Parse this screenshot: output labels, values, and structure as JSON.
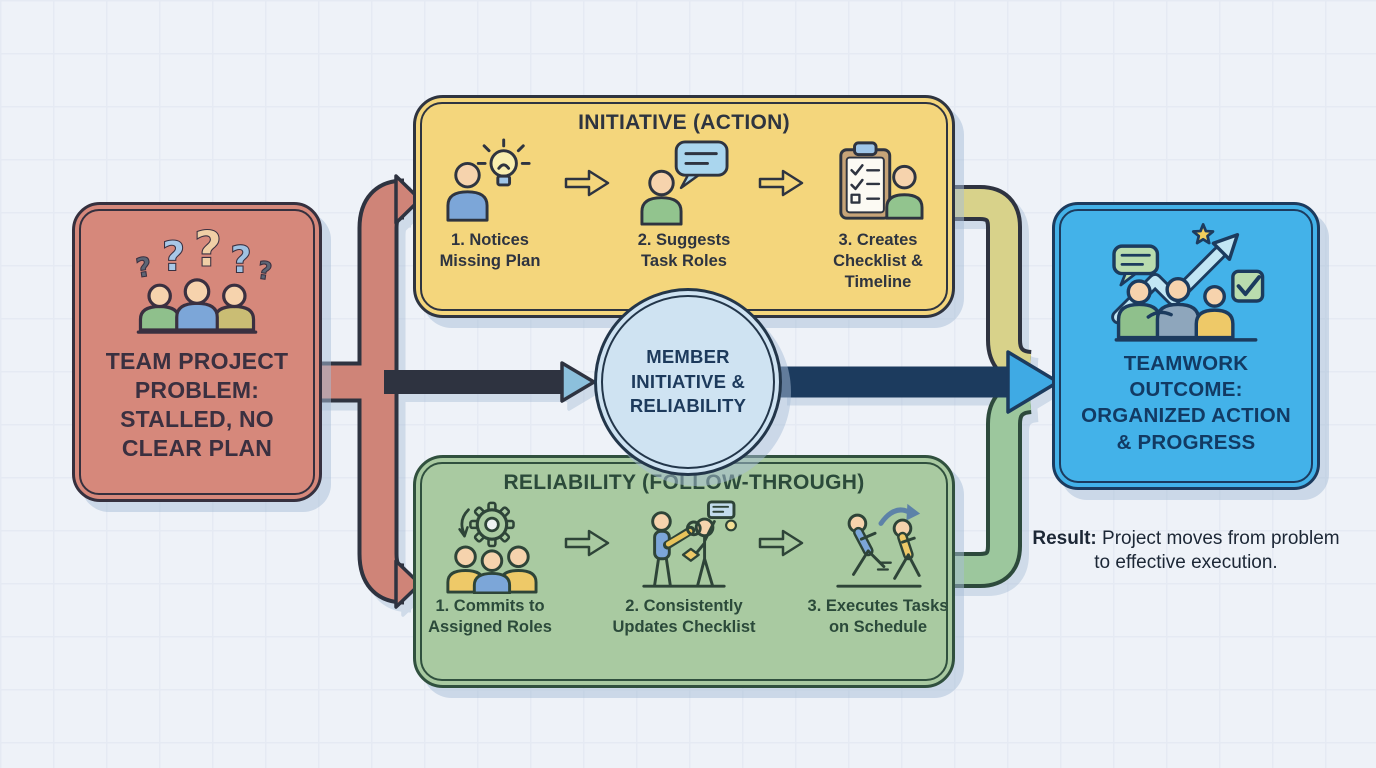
{
  "problem_box": {
    "text": "TEAM PROJECT\nPROBLEM:\nSTALLED, NO\nCLEAR PLAN",
    "fill": "#d6887b",
    "icon": "confused-team-icon"
  },
  "initiative_box": {
    "title": "INITIATIVE (ACTION)",
    "fill": "#f4d67c",
    "steps": [
      {
        "label": "1. Notices\nMissing Plan",
        "icon": "person-lightbulb-icon"
      },
      {
        "label": "2. Suggests\nTask Roles",
        "icon": "person-speech-bubble-icon"
      },
      {
        "label": "3. Creates\nChecklist &\nTimeline",
        "icon": "clipboard-checklist-icon"
      }
    ]
  },
  "reliability_box": {
    "title": "RELIABILITY (FOLLOW-THROUGH)",
    "fill": "#a9caa1",
    "steps": [
      {
        "label": "1. Commits to\nAssigned Roles",
        "icon": "team-gear-icon"
      },
      {
        "label": "2. Consistently\nUpdates Checklist",
        "icon": "update-checklist-icon"
      },
      {
        "label": "3. Executes Tasks\non Schedule",
        "icon": "executing-tasks-icon"
      }
    ]
  },
  "center_circle": {
    "text": "MEMBER\nINITIATIVE &\nRELIABILITY",
    "fill": "#cfe3f2"
  },
  "outcome_box": {
    "text": "TEAMWORK\nOUTCOME:\nORGANIZED ACTION\n& PROGRESS",
    "fill": "#43b2e9",
    "icon": "teamwork-growth-icon"
  },
  "result_note": {
    "label": "Result:",
    "text": " Project moves from problem to effective execution."
  },
  "palette": {
    "background": "#eef2f8",
    "grid_line": "#dfe5ef",
    "problem_connector": "#cf8478",
    "initiative_pipe": "#d8d28a",
    "reliability_pipe": "#9cc79d",
    "outcome_arrow": "#45aee6",
    "dark_outline": "#2e3340",
    "green_outline": "#2d4a3c",
    "navy_outline": "#1c3b5e"
  }
}
